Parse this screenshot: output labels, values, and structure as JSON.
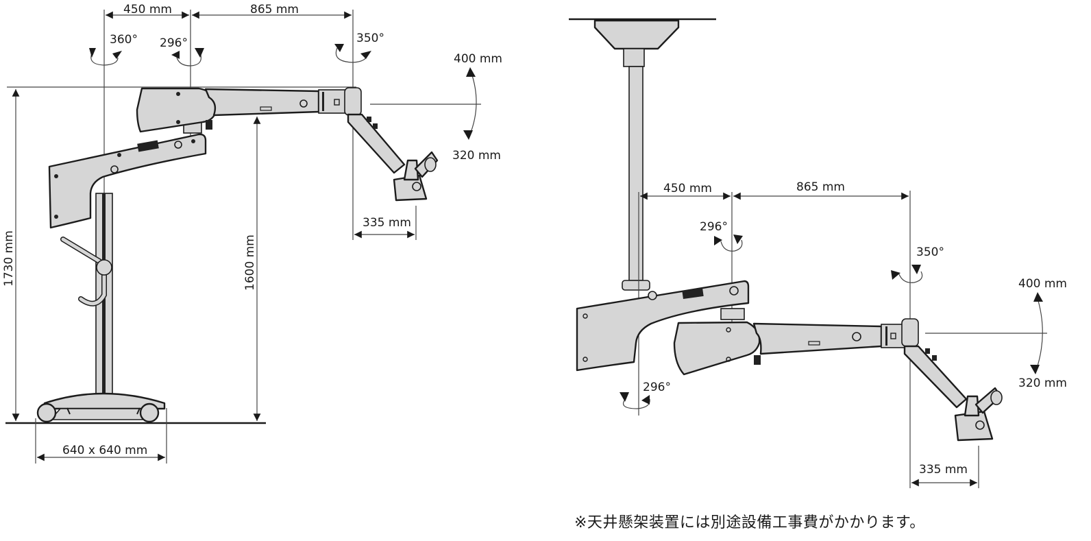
{
  "floor_stand": {
    "arm_base_reach": "450 mm",
    "arm_reach": "865 mm",
    "rotation_column": "360°",
    "rotation_arm_joint": "296°",
    "rotation_head": "350°",
    "vertical_up": "400 mm",
    "vertical_down": "320 mm",
    "head_offset": "335 mm",
    "total_height": "1730 mm",
    "arm_height": "1600 mm",
    "base_size": "640 x 640 mm"
  },
  "ceiling_mount": {
    "arm_base_reach": "450 mm",
    "arm_reach": "865 mm",
    "rotation_arm_joint": "296°",
    "rotation_head": "350°",
    "rotation_column": "296°",
    "vertical_up": "400 mm",
    "vertical_down": "320 mm",
    "head_offset": "335 mm"
  },
  "footnote": "※天井懸架装置には別途設備工事費がかかります。"
}
